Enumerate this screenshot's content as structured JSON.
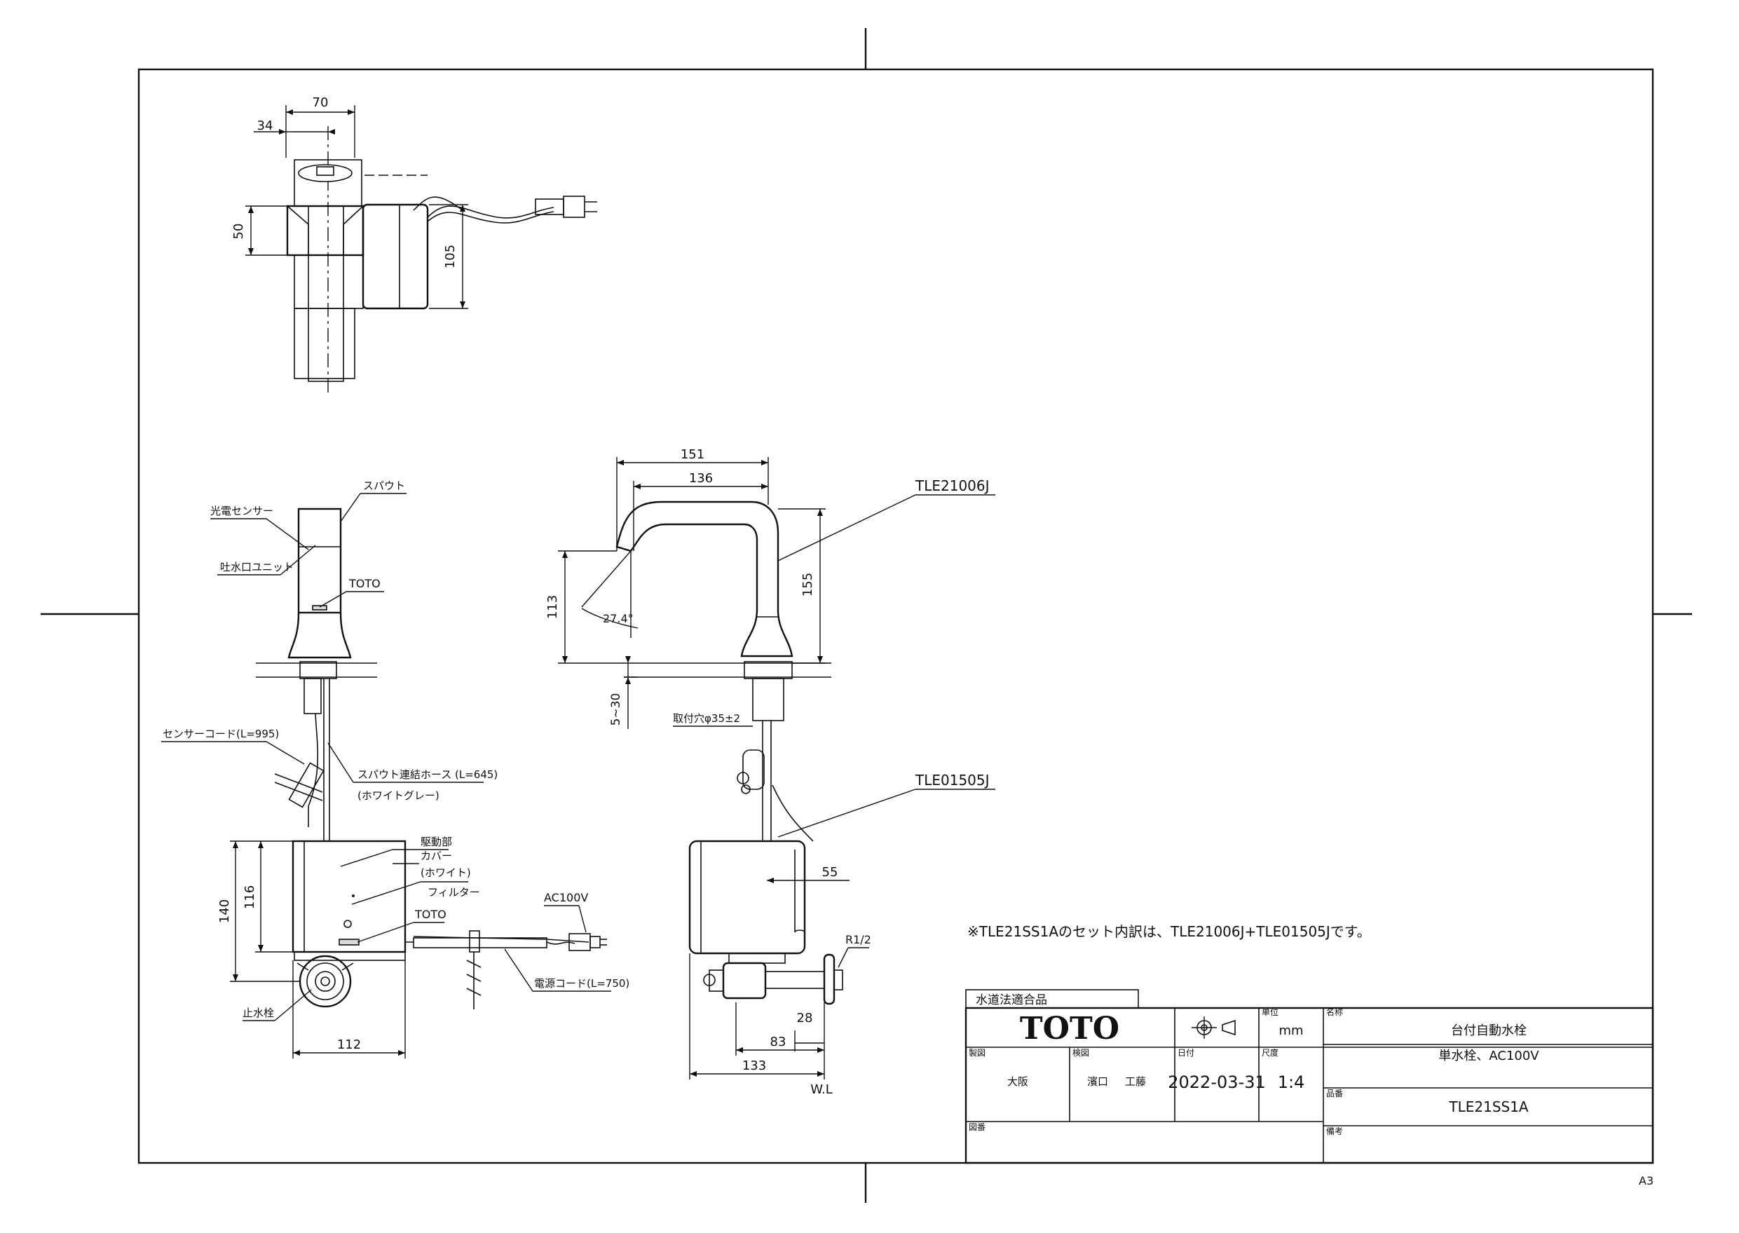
{
  "dimensions": {
    "top_width": "70",
    "top_offset": "34",
    "top_height": "50",
    "top_body": "105",
    "spout_151": "151",
    "spout_136": "136",
    "spout_113": "113",
    "spout_155": "155",
    "angle": "27.4°",
    "deck_range": "5~30",
    "hole": "取付穴φ35±2",
    "offset_55": "55",
    "thread": "R1/2",
    "d28": "28",
    "d83": "83",
    "d133": "133",
    "wl": "W.L",
    "box_140": "140",
    "box_116": "116",
    "box_112": "112"
  },
  "labels": {
    "spout": "スパウト",
    "sensor": "光電センサー",
    "outlet_unit": "吐水口ユニット",
    "toto_mark": "TOTO",
    "sensor_cord": "センサーコード(L=995)",
    "hose": "スパウト連結ホース (L=645)",
    "hose_color": "(ホワイトグレー)",
    "drive": "駆動部",
    "cover": "カバー",
    "cover_color": "(ホワイト)",
    "filter": "フィルター",
    "toto_box": "TOTO",
    "ac": "AC100V",
    "power_cord": "電源コード(L=750)",
    "stop_valve": "止水栓",
    "part_spout": "TLE21006J",
    "part_valve": "TLE01505J"
  },
  "note": "※TLE21SS1Aのセット内訳は、TLE21006J+TLE01505Jです。",
  "title_block": {
    "compliance": "水道法適合品",
    "logo": "TOTO",
    "unit_label": "単位",
    "unit": "mm",
    "name_label": "名称",
    "name1": "台付自動水栓",
    "name2": "単水栓、AC100V",
    "drawn_label": "製図",
    "drawn": "大阪",
    "checked_label": "検図",
    "checked1": "濱口",
    "checked2": "工藤",
    "date_label": "日付",
    "date": "2022-03-31",
    "scale_label": "尺度",
    "scale": "1:4",
    "model_label": "品番",
    "model": "TLE21SS1A",
    "remarks_label": "備考",
    "number_label": "図番"
  },
  "paper_size": "A3"
}
